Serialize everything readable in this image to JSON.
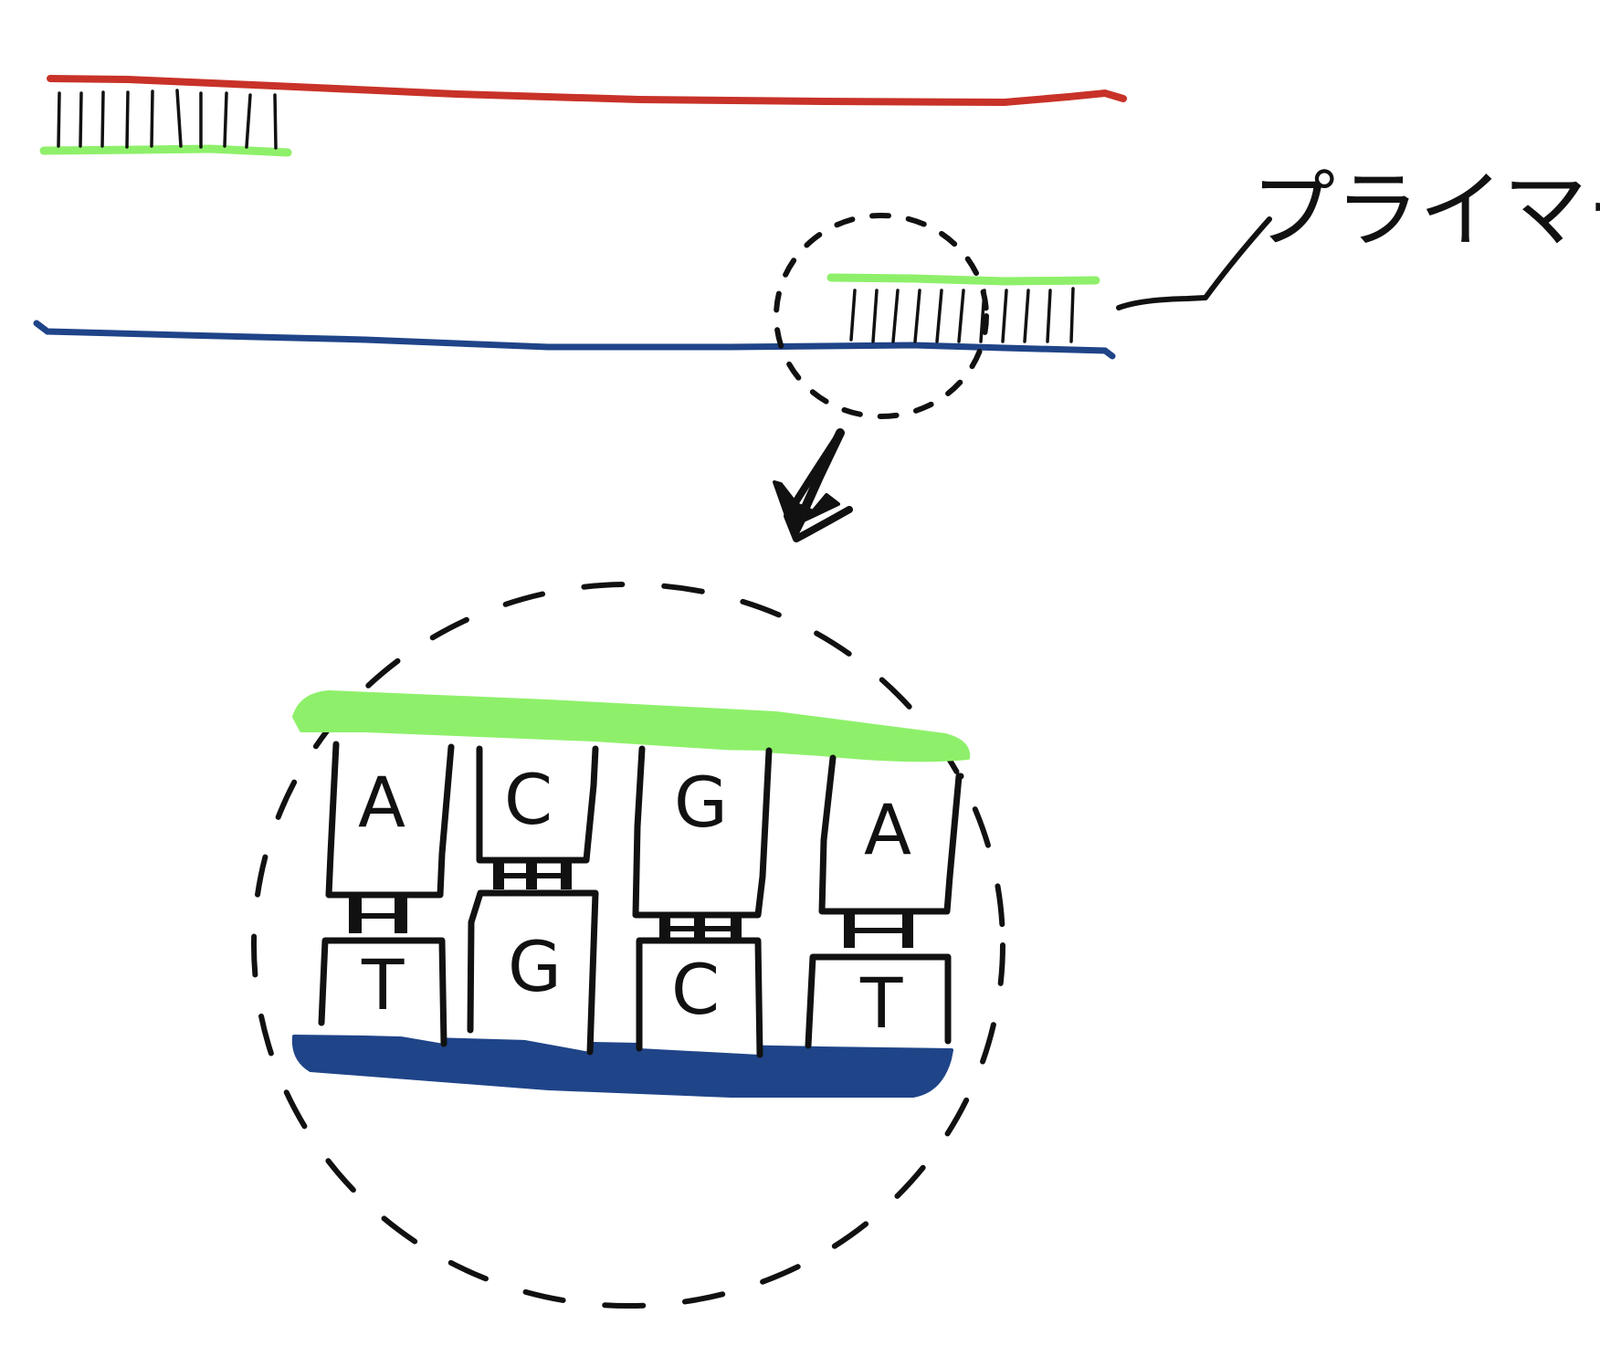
{
  "primer_label": "プライマー",
  "colors": {
    "top_strand": "#c83228",
    "bottom_strand": "#1f4488",
    "primer": "#8ef06a",
    "ink": "#111111"
  },
  "top_bases": [
    "A",
    "C",
    "G",
    "A"
  ],
  "bottom_bases": [
    "T",
    "G",
    "C",
    "T"
  ]
}
